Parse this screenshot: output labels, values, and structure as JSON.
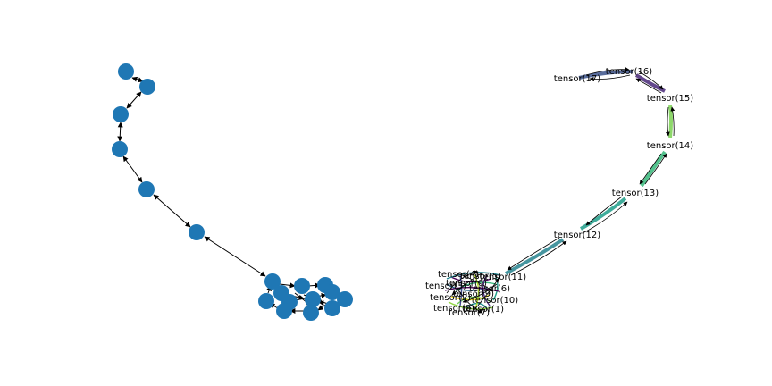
{
  "left_graph": {
    "node_color": "#1f77b4",
    "edge_color": "#000000",
    "node_count": 18
  },
  "right_graph": {
    "edge_colormap": "viridis",
    "labels": [
      "tensor(17)",
      "tensor(16)",
      "tensor(15)",
      "tensor(14)",
      "tensor(13)",
      "tensor(12)",
      "tensor(4)",
      "tensor(5)",
      "tensor(11)",
      "tensor(6)",
      "tensor(3)",
      "tensor(10)",
      "tensor(2)",
      "tensor(1)",
      "tensor(7)",
      "tensor(8)",
      "tensor(9)",
      "tensor(0)"
    ]
  }
}
